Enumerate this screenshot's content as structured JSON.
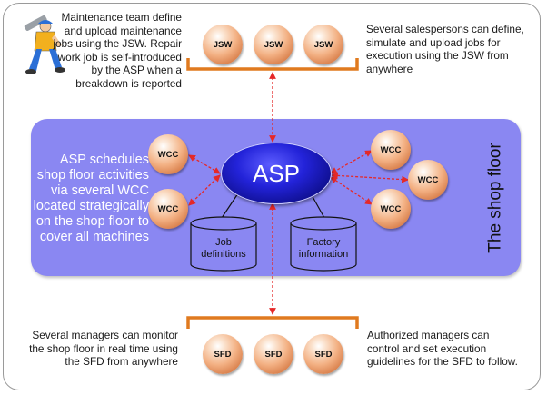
{
  "shop_floor_label": "The shop floor",
  "notes": {
    "maintenance": "Maintenance team define and upload maintenance jobs using the JSW. Repair work job is self-introduced by the ASP when a breakdown is reported",
    "salespersons": "Several salespersons can define, simulate and upload jobs for execution using the JSW from anywhere",
    "asp_schedules": "ASP schedules shop floor activities via several WCC located strategically on the shop floor to cover all machines",
    "managers_monitor": "Several managers can monitor the shop floor in real time using the SFD from anywhere",
    "managers_control": "Authorized managers can control and set execution guidelines for the SFD to follow."
  },
  "center": {
    "label": "ASP"
  },
  "jsw": [
    "JSW",
    "JSW",
    "JSW"
  ],
  "sfd": [
    "SFD",
    "SFD",
    "SFD"
  ],
  "wcc_left": [
    "WCC",
    "WCC"
  ],
  "wcc_right": [
    "WCC",
    "WCC",
    "WCC"
  ],
  "databases": {
    "job": "Job definitions",
    "factory": "Factory information"
  },
  "colors": {
    "floor": "#8a87f2",
    "bracket": "#e07a1f",
    "arrow": "#e52828",
    "asp": "#1a1ab8",
    "ball": "#f3b184"
  },
  "icons": {
    "worker": "maintenance-worker-icon"
  }
}
